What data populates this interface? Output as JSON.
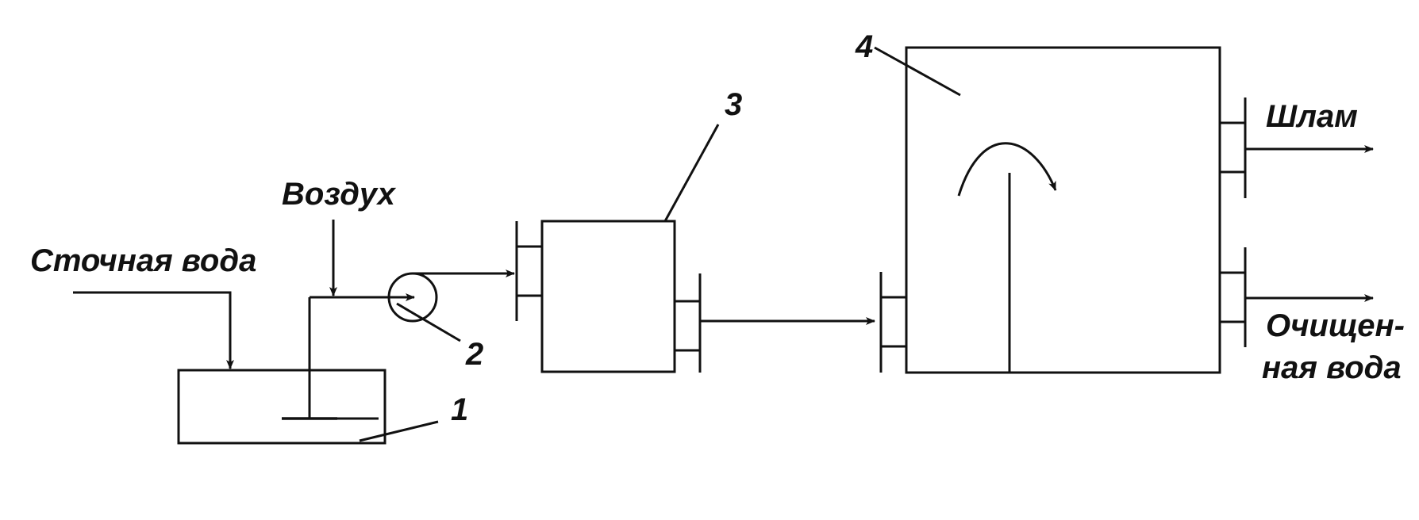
{
  "labels": {
    "waste_water": "Сточная вода",
    "air": "Воздух",
    "sludge": "Шлам",
    "clean_water_line1": "Очищен-",
    "clean_water_line2": "ная вода"
  },
  "numbers": {
    "n1": "1",
    "n2": "2",
    "n3": "3",
    "n4": "4"
  },
  "colors": {
    "ink": "#111111",
    "background": "#ffffff"
  }
}
